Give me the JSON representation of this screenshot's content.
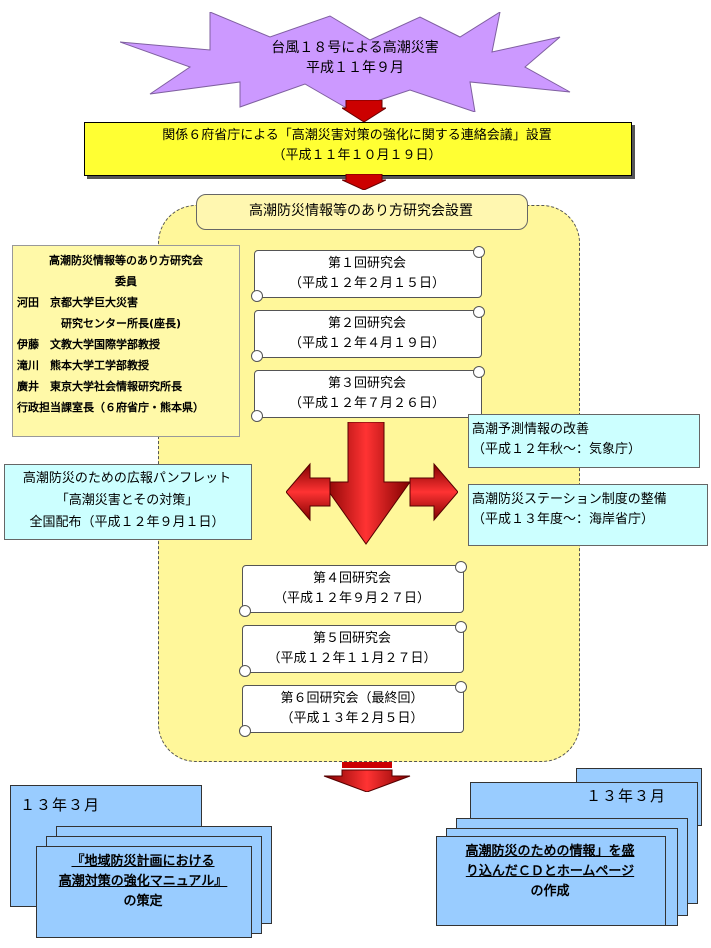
{
  "disaster": {
    "line1": "台風１８号による高潮災害",
    "line2": "平成１１年９月"
  },
  "meeting": {
    "line1": "関係６府省庁による「高潮災害対策の強化に関する連絡会議」設置",
    "line2": "（平成１１年１０月１９日）"
  },
  "study_group_title": "高潮防災情報等のあり方研究会設置",
  "members": {
    "title": "高潮防災情報等のあり方研究会",
    "subtitle": "委員",
    "rows": [
      "河田　京都大学巨大災害",
      "　　　　研究センター所長(座長)",
      "伊藤　文教大学国際学部教授",
      "滝川　熊本大学工学部教授",
      "廣井　東京大学社会情報研究所長",
      "行政担当課室長（６府省庁・熊本県）"
    ]
  },
  "meetings": [
    {
      "name": "第１回研究会",
      "date": "（平成１２年２月１５日）"
    },
    {
      "name": "第２回研究会",
      "date": "（平成１２年４月１９日）"
    },
    {
      "name": "第３回研究会",
      "date": "（平成１２年７月２６日）"
    },
    {
      "name": "第４回研究会",
      "date": "（平成１２年９月２７日）"
    },
    {
      "name": "第５回研究会",
      "date": "（平成１２年１１月２７日）"
    },
    {
      "name": "第６回研究会（最終回）",
      "date": "（平成１３年２月５日）"
    }
  ],
  "pamphlet": {
    "line1": "高潮防災のための広報パンフレット",
    "line2": "「高潮災害とその対策」",
    "line3": "全国配布（平成１２年９月１日）"
  },
  "forecast": {
    "line1": "高潮予測情報の改善",
    "line2": "（平成１２年秋～：気象庁）"
  },
  "station": {
    "line1": "高潮防災ステーション制度の整備",
    "line2": "（平成１３年度～：海岸省庁）"
  },
  "output_left": {
    "date": "１３年３月",
    "line1": "『地域防災計画における",
    "line2": "高潮対策の強化マニュアル』",
    "line3": "の策定"
  },
  "output_right": {
    "date": "１３年３月",
    "line1": "高潮防災のための情報」を盛",
    "line2": "り込んだＣＤとホームページ",
    "line3": "の作成"
  },
  "colors": {
    "star": "#cc99ff",
    "yellow_box": "#ffff33",
    "panel": "#fff79a",
    "cyan_box": "#ccffff",
    "blue_doc": "#99ccff",
    "arrow_red": "#cc0000"
  }
}
